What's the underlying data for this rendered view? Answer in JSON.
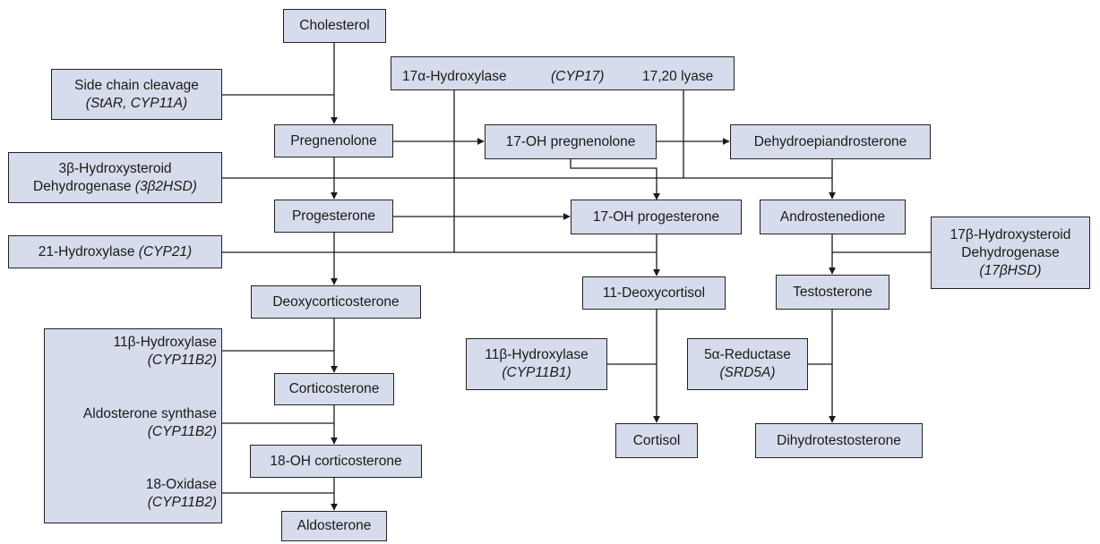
{
  "metabolites": {
    "cholesterol": "Cholesterol",
    "pregnenolone": "Pregnenolone",
    "oh17_pregnenolone": "17-OH pregnenolone",
    "dhea": "Dehydroepiandrosterone",
    "progesterone": "Progesterone",
    "oh17_progesterone": "17-OH progesterone",
    "androstenedione": "Androstenedione",
    "deoxycorticosterone": "Deoxycorticosterone",
    "deoxycortisol": "11-Deoxycortisol",
    "testosterone": "Testosterone",
    "corticosterone": "Corticosterone",
    "oh18_corticosterone": "18-OH corticosterone",
    "aldosterone": "Aldosterone",
    "cortisol": "Cortisol",
    "dht": "Dihydrotestosterone"
  },
  "enzymes": {
    "scc": {
      "name": "Side chain cleavage",
      "gene": "(StAR, CYP11A)"
    },
    "cyp17": {
      "name": "17α-Hydroxylase",
      "gene": "(CYP17)",
      "lyase": "17,20 lyase"
    },
    "hsd3b": {
      "name": "3β-Hydroxysteroid",
      "name2": "Dehydrogenase",
      "gene": "(3β2HSD)"
    },
    "cyp21": {
      "name": "21-Hydroxylase",
      "gene": "(CYP21)"
    },
    "hsd17b": {
      "name": "17β-Hydroxysteroid",
      "name2": "Dehydrogenase",
      "gene": "(17βHSD)"
    },
    "cyp11b1": {
      "name": "11β-Hydroxylase",
      "gene": "(CYP11B1)"
    },
    "srd5a": {
      "name": "5α-Reductase",
      "gene": "(SRD5A)"
    },
    "cyp11b2_hydroxylase": {
      "name": "11β-Hydroxylase",
      "gene": "(CYP11B2)"
    },
    "aldo_synthase": {
      "name": "Aldosterone synthase",
      "gene": "(CYP11B2)"
    },
    "oxidase18": {
      "name": "18-Oxidase",
      "gene": "(CYP11B2)"
    }
  }
}
